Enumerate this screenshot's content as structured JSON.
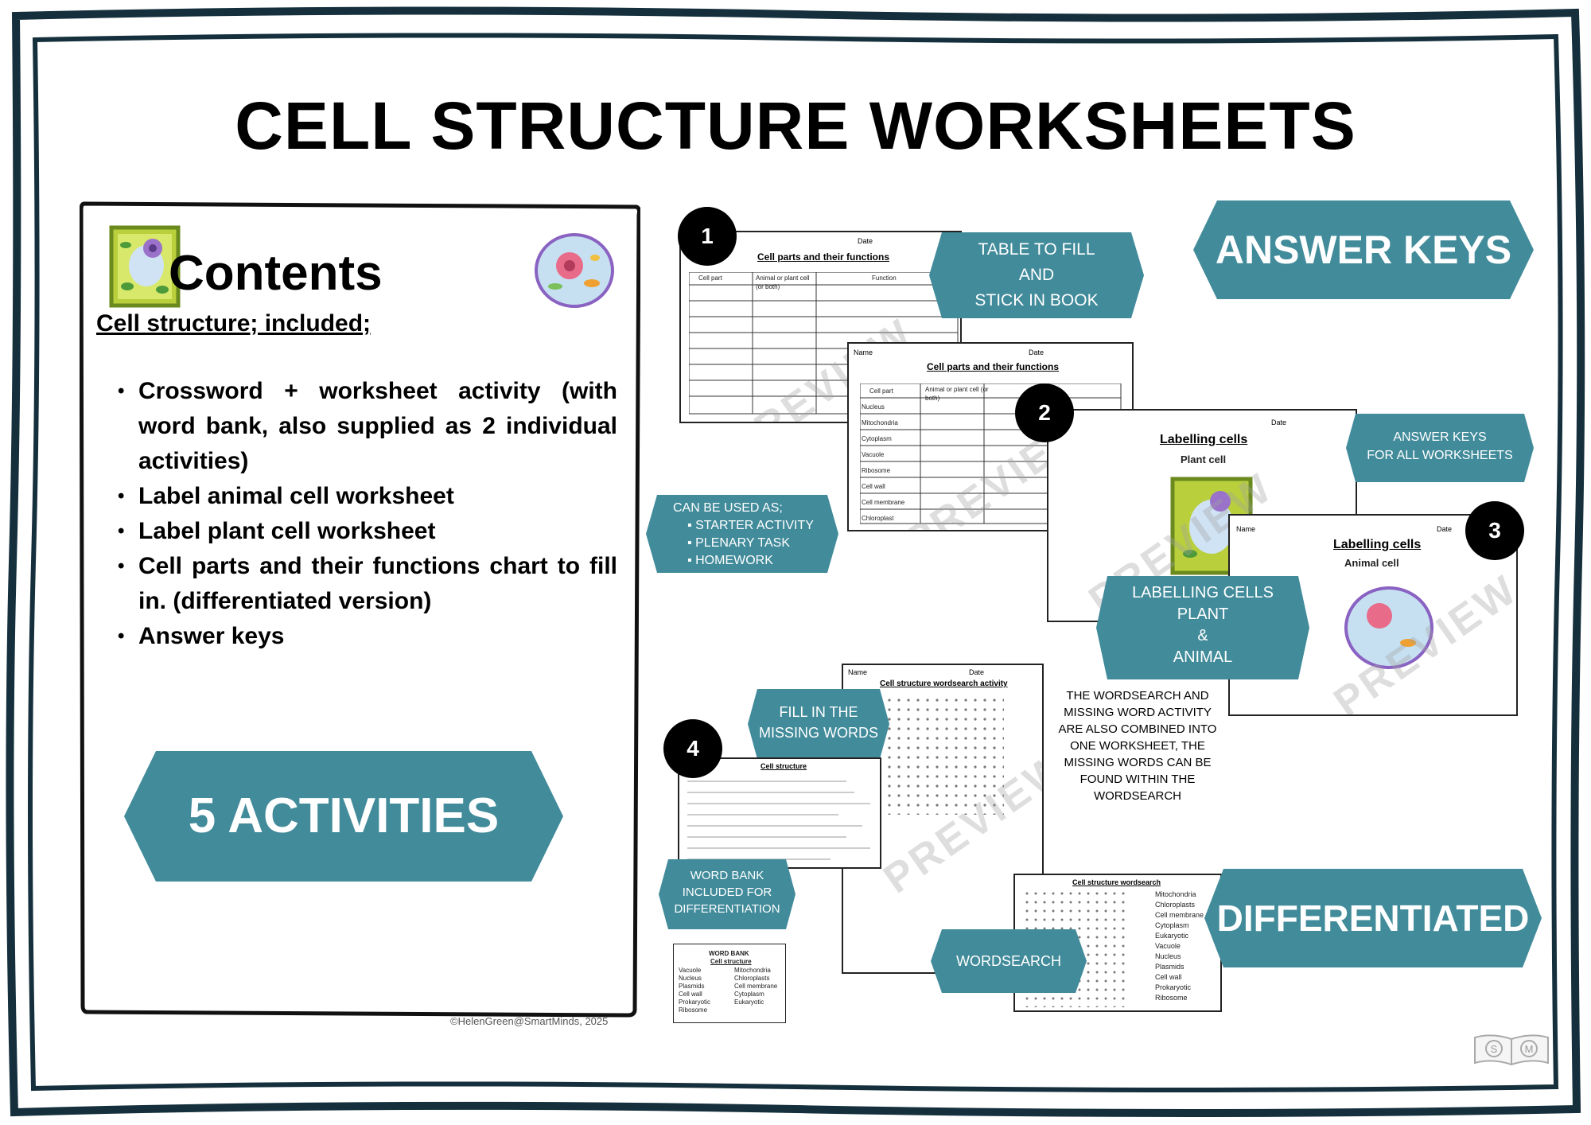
{
  "title": "CELL STRUCTURE WORKSHEETS",
  "contents": {
    "heading": "Contents",
    "subheading": "Cell structure; included;",
    "items": [
      "Crossword + worksheet activity (with word bank, also supplied as 2 individual activities)",
      "Label animal cell worksheet",
      "Label plant cell worksheet",
      "Cell parts and their functions chart to fill in. (differentiated version)",
      "Answer keys"
    ]
  },
  "badges": {
    "activities": "5 ACTIVITIES",
    "answer_keys": "ANSWER KEYS",
    "differentiated": "DIFFERENTIATED",
    "table_fill": [
      "TABLE TO FILL",
      "AND",
      "STICK IN BOOK"
    ],
    "answer_keys_all": [
      "ANSWER KEYS",
      "FOR ALL WORKSHEETS"
    ],
    "can_be_used": {
      "heading": "CAN BE USED AS;",
      "items": [
        "STARTER ACTIVITY",
        "PLENARY TASK",
        "HOMEWORK"
      ]
    },
    "labelling": [
      "LABELLING CELLS",
      "PLANT",
      "&",
      "ANIMAL"
    ],
    "fill_missing": [
      "FILL IN THE",
      "MISSING WORDS"
    ],
    "word_bank": [
      "WORD BANK",
      "INCLUDED FOR",
      "DIFFERENTIATION"
    ],
    "wordsearch": "WORDSEARCH"
  },
  "numbers": [
    "1",
    "2",
    "3",
    "4"
  ],
  "combined_note": "THE WORDSEARCH AND MISSING WORD ACTIVITY ARE ALSO COMBINED INTO ONE WORKSHEET, THE MISSING WORDS CAN BE FOUND WITHIN THE WORDSEARCH",
  "worksheets": {
    "table1_title": "Cell parts and their functions",
    "table2_title": "Cell parts and their functions",
    "table_headers": [
      "Cell part",
      "Animal or plant cell (or both)",
      "Function"
    ],
    "table2_rows": [
      "Nucleus",
      "Mitochondria",
      "Cytoplasm",
      "Vacuole",
      "Ribosome",
      "Cell wall",
      "Cell membrane",
      "Chloroplast"
    ],
    "name_label": "Name",
    "date_label": "Date",
    "plant_title": "Labelling cells",
    "plant_sub": "Plant cell",
    "animal_title": "Labelling cells",
    "animal_sub": "Animal cell",
    "missing_title": "Cell structure",
    "wordsearch_title": "Cell structure wordsearch activity",
    "wordsearch2_title": "Cell structure wordsearch",
    "wordbank_title": "WORD BANK",
    "wordbank_sub": "Cell structure",
    "wordbank_col1": [
      "Vacuole",
      "Nucleus",
      "Plasmids",
      "Cell wall",
      "Prokaryotic",
      "Ribosome"
    ],
    "wordbank_col2": [
      "Mitochondria",
      "Chloroplasts",
      "Cell membrane",
      "Cytoplasm",
      "Eukaryotic"
    ],
    "wordsearch_words": [
      "Mitochondria",
      "Chloroplasts",
      "Cell membrane",
      "Cytoplasm",
      "Eukaryotic",
      "Vacuole",
      "Nucleus",
      "Plasmids",
      "Cell wall",
      "Prokaryotic",
      "Ribosome"
    ],
    "watermark": "PREVIEW"
  },
  "copyright": "©HelenGreen@SmartMinds, 2025",
  "logo_letters": [
    "S",
    "M"
  ],
  "colors": {
    "teal": "#418b9a",
    "border": "#15303c"
  }
}
